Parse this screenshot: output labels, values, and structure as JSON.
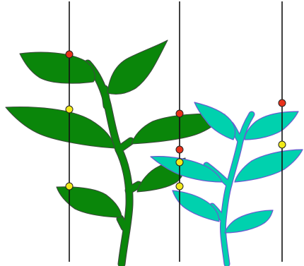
{
  "colors": {
    "green_plant": "#0a860a",
    "teal_plant": "#00d1ae",
    "teal_outline": "#6a5ad0",
    "line": "#111111",
    "dot_red": "#e8321a",
    "dot_yellow": "#f2ea1a"
  },
  "guide_lines": 3,
  "markers": [
    {
      "line": 1,
      "color": "red"
    },
    {
      "line": 1,
      "color": "yellow"
    },
    {
      "line": 1,
      "color": "yellow"
    },
    {
      "line": 2,
      "color": "red"
    },
    {
      "line": 2,
      "color": "red"
    },
    {
      "line": 2,
      "color": "yellow"
    },
    {
      "line": 2,
      "color": "yellow"
    },
    {
      "line": 3,
      "color": "red"
    },
    {
      "line": 3,
      "color": "yellow"
    }
  ]
}
